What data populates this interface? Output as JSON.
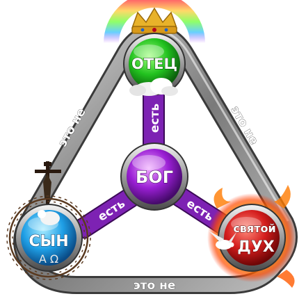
{
  "nodes": {
    "father": {
      "label": "ОТЕЦ",
      "color": "#2bd12b"
    },
    "son": {
      "label": "СЫН",
      "sub": "A  Ω",
      "color": "#1fa3e6"
    },
    "spirit": {
      "label_top": "святой",
      "label_bottom": "ДУХ",
      "color": "#d81b1b"
    },
    "god": {
      "label": "БОГ",
      "color": "#9b1fd6"
    }
  },
  "connectors": {
    "father_god": "есть",
    "son_god": "есть",
    "spirit_god": "есть"
  },
  "ring": {
    "father_son": "это не",
    "father_spirit": "это не",
    "son_spirit": "это не"
  },
  "colors": {
    "ring": "#8e8e8e",
    "spoke": "#8a2fc1"
  }
}
